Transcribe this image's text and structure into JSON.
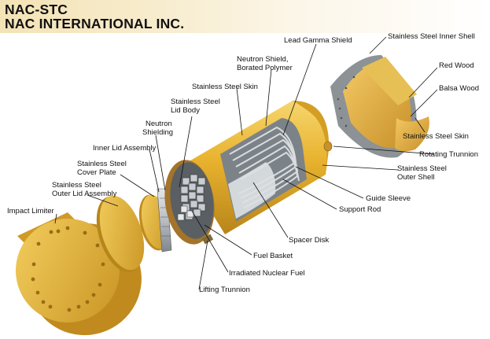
{
  "header": {
    "line1": "NAC-STC",
    "line2": "NAC INTERNATIONAL INC."
  },
  "labels": {
    "lead_gamma_shield": "Lead Gamma Shield",
    "stainless_inner_shell": "Stainless Steel Inner Shell",
    "neutron_shield_1": "Neutron Shield,",
    "neutron_shield_2": "Borated Polymer",
    "red_wood": "Red Wood",
    "balsa_wood": "Balsa Wood",
    "ss_skin_top": "Stainless Steel Skin",
    "ss_lid_body_1": "Stainless Steel",
    "ss_lid_body_2": "Lid Body",
    "neutron_shielding_1": "Neutron",
    "neutron_shielding_2": "Shielding",
    "ss_skin_right": "Stainless Steel Skin",
    "inner_lid_assembly": "Inner Lid Assembly",
    "rotating_trunnion": "Rotating Trunnion",
    "ss_cover_plate_1": "Stainless Steel",
    "ss_cover_plate_2": "Cover Plate",
    "ss_outer_shell_1": "Stainless Steel",
    "ss_outer_shell_2": "Outer Shell",
    "ss_outer_lid_1": "Stainless Steel",
    "ss_outer_lid_2": "Outer Lid Assembly",
    "guide_sleeve": "Guide Sleeve",
    "impact_limiter": "Impact Limiter",
    "support_rod": "Support Rod",
    "spacer_disk": "Spacer Disk",
    "fuel_basket": "Fuel Basket",
    "irradiated_fuel": "Irradiated Nuclear Fuel",
    "lifting_trunnion": "Lifting Trunnion"
  },
  "colors": {
    "gold": "#e8b22e",
    "gold_light": "#f5d36b",
    "gold_dark": "#b7861a",
    "steel": "#b9bec3",
    "steel_dark": "#6f767c"
  }
}
